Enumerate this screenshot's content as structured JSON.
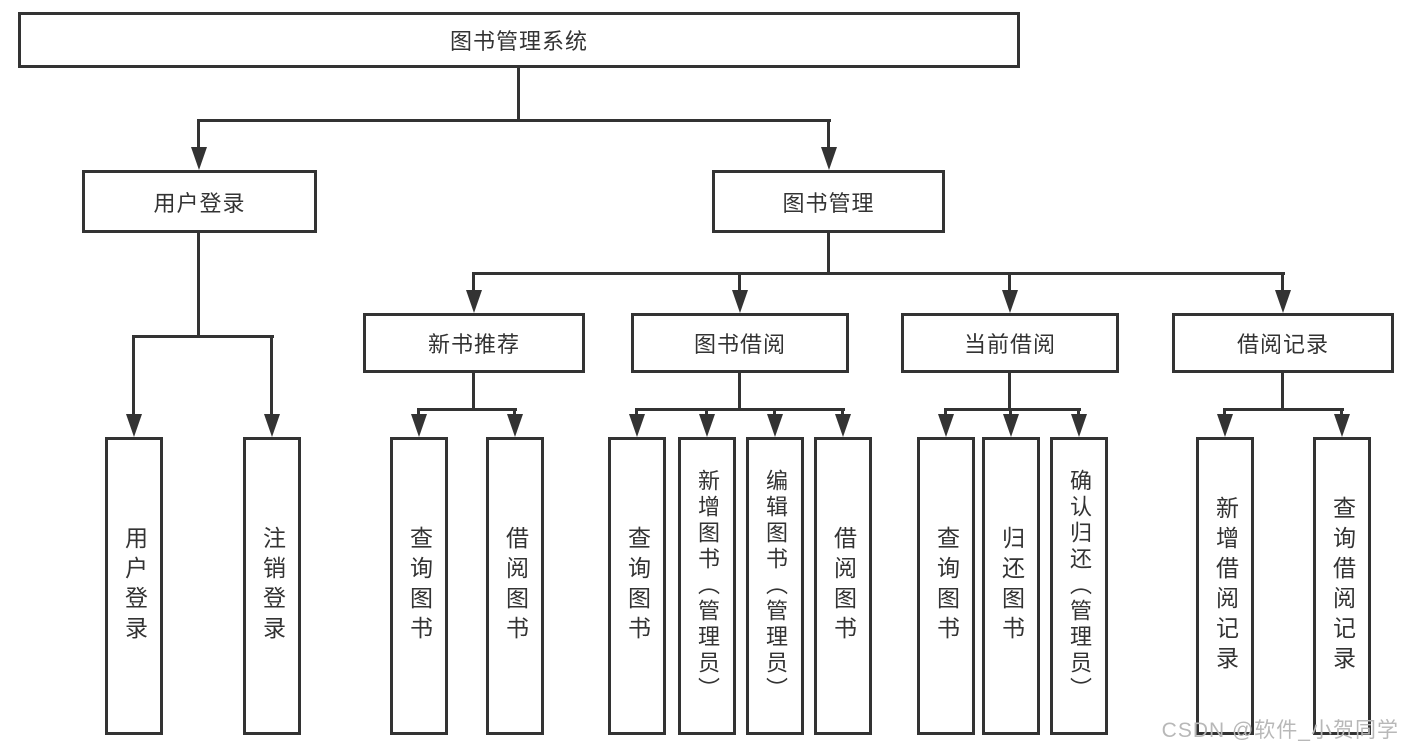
{
  "tree": {
    "root": {
      "label": "图书管理系统"
    },
    "user_login": {
      "label": "用户登录",
      "children": [
        "用户登录",
        "注销登录"
      ]
    },
    "book_mgmt": {
      "label": "图书管理"
    },
    "new_books": {
      "label": "新书推荐",
      "children": [
        "查询图书",
        "借阅图书"
      ]
    },
    "borrow": {
      "label": "图书借阅",
      "children": [
        "查询图书",
        "新增图书（管理员）",
        "编辑图书（管理员）",
        "借阅图书"
      ]
    },
    "current": {
      "label": "当前借阅",
      "children": [
        "查询图书",
        "归还图书",
        "确认归还（管理员）"
      ]
    },
    "records": {
      "label": "借阅记录",
      "children": [
        "新增借阅记录",
        "查询借阅记录"
      ]
    }
  },
  "watermark": {
    "text": "CSDN @软件_小贺同学"
  },
  "colors": {
    "line": "#333333",
    "text": "#333333",
    "watermark_text": "#b8b8b8",
    "background": "#ffffff"
  }
}
